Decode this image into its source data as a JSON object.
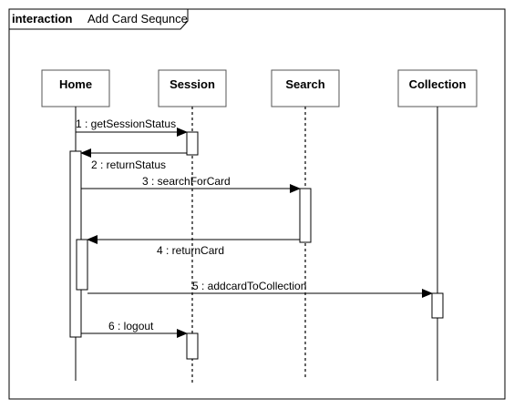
{
  "frame": {
    "keyword": "interaction",
    "name": "Add Card Sequnce"
  },
  "lifelines": {
    "home": "Home",
    "session": "Session",
    "search": "Search",
    "collection": "Collection"
  },
  "messages": [
    {
      "label": "1 : getSessionStatus",
      "from": "Home",
      "to": "Session",
      "kind": "call"
    },
    {
      "label": "2 : returnStatus",
      "from": "Session",
      "to": "Home",
      "kind": "return"
    },
    {
      "label": "3 : searchForCard",
      "from": "Home",
      "to": "Search",
      "kind": "call"
    },
    {
      "label": "4 : returnCard",
      "from": "Search",
      "to": "Home",
      "kind": "return"
    },
    {
      "label": "5 : addcardToCollection",
      "from": "Home",
      "to": "Collection",
      "kind": "call"
    },
    {
      "label": "6 : logout",
      "from": "Home",
      "to": "Session",
      "kind": "call"
    }
  ],
  "colors": {
    "line": "#000000",
    "box_border": "#555555",
    "activation_fill": "#ffffff"
  }
}
